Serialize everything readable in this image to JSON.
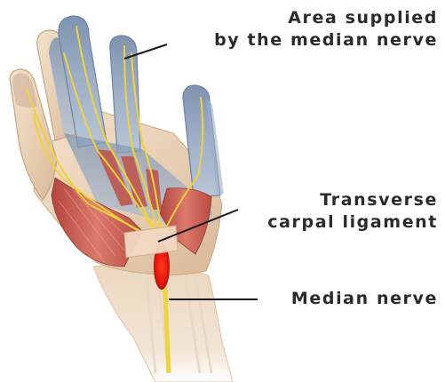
{
  "labels": {
    "area_supplied": {
      "line1": "Area supplied",
      "line2": "by the median nerve"
    },
    "ligament": {
      "line1": "Transverse",
      "line2": "carpal ligament"
    },
    "median_nerve": "Median nerve"
  },
  "colors": {
    "skin": "#ead2b7",
    "skin_shadow": "#d4b291",
    "median_territory": "#8e9fb8",
    "median_territory_light": "#b3c1d4",
    "muscle": "#c9544d",
    "nerve": "#f0d23a",
    "compression": "#e8180e",
    "ligament": "#f3d9c2",
    "leader_line": "#1a1a1a",
    "label_text": "#2b2b2b"
  }
}
